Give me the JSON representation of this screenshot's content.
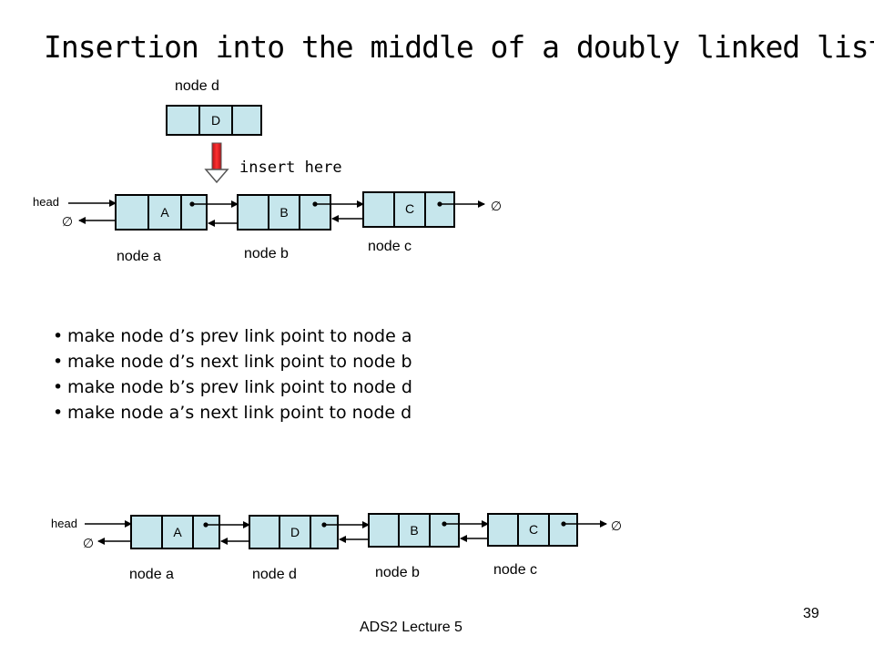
{
  "slide": {
    "title": "Insertion into the middle of a doubly linked list",
    "insert_label": "insert here",
    "footer": "ADS2 Lecture 5",
    "page_number": "39"
  },
  "top_diagram": {
    "new_node": {
      "label": "node d",
      "value": "D"
    },
    "head_label": "head",
    "null_symbol": "∅",
    "nodes": [
      {
        "label": "node a",
        "value": "A"
      },
      {
        "label": "node b",
        "value": "B"
      },
      {
        "label": "node c",
        "value": "C"
      }
    ]
  },
  "steps": [
    "make node d’s prev link point to node a",
    "make node d’s next link point to node b",
    "make node b’s prev link point to node d",
    "make node a’s next link point to node d"
  ],
  "bottom_diagram": {
    "head_label": "head",
    "null_symbol": "∅",
    "nodes": [
      {
        "label": "node a",
        "value": "A"
      },
      {
        "label": "node d",
        "value": "D"
      },
      {
        "label": "node b",
        "value": "B"
      },
      {
        "label": "node c",
        "value": "C"
      }
    ]
  },
  "colors": {
    "node_fill": "#c6e6ec",
    "arrow_red": "#e8252b"
  }
}
